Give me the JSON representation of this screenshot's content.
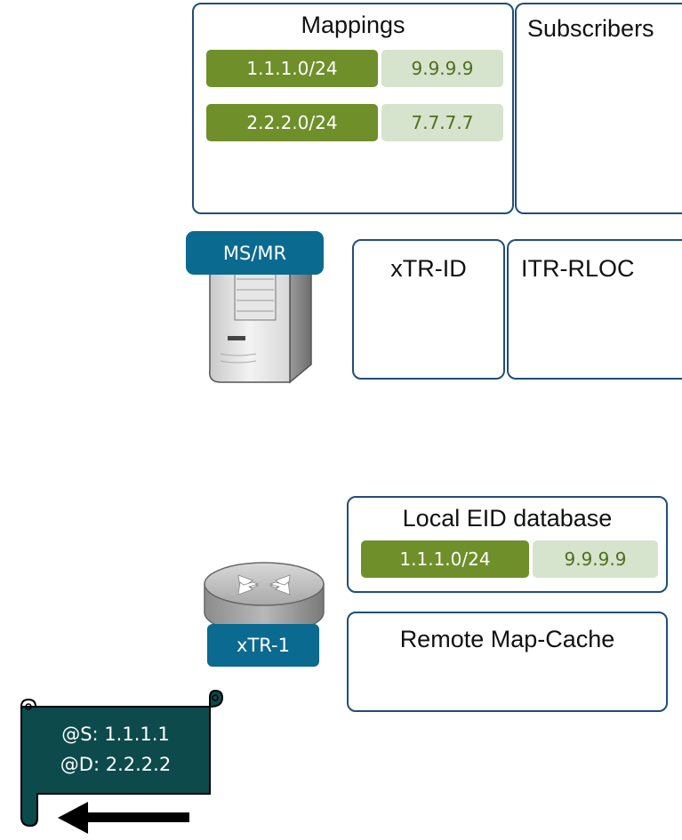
{
  "mapping_server": {
    "mappings_title": "Mappings",
    "subscribers_title": "Subscribers",
    "mappings": [
      {
        "eid": "1.1.1.0/24",
        "rloc": "9.9.9.9"
      },
      {
        "eid": "2.2.2.0/24",
        "rloc": "7.7.7.7"
      }
    ],
    "label": "MS/MR",
    "xtr_id_title": "xTR-ID",
    "itr_rloc_title": "ITR-RLOC"
  },
  "xtr": {
    "label": "xTR-1",
    "local_db_title": "Local EID database",
    "local_db": [
      {
        "eid": "1.1.1.0/24",
        "rloc": "9.9.9.9"
      }
    ],
    "map_cache_title": "Remote Map-Cache"
  },
  "packet": {
    "source": "@S: 1.1.1.1",
    "destination": "@D: 2.2.2.2"
  },
  "colors": {
    "border": "#1f4e79",
    "eid_pill": "#6f8f2a",
    "rloc_pill": "#d6e3cd",
    "device_tag": "#0b6a8f",
    "packet": "#0d4a4c"
  }
}
